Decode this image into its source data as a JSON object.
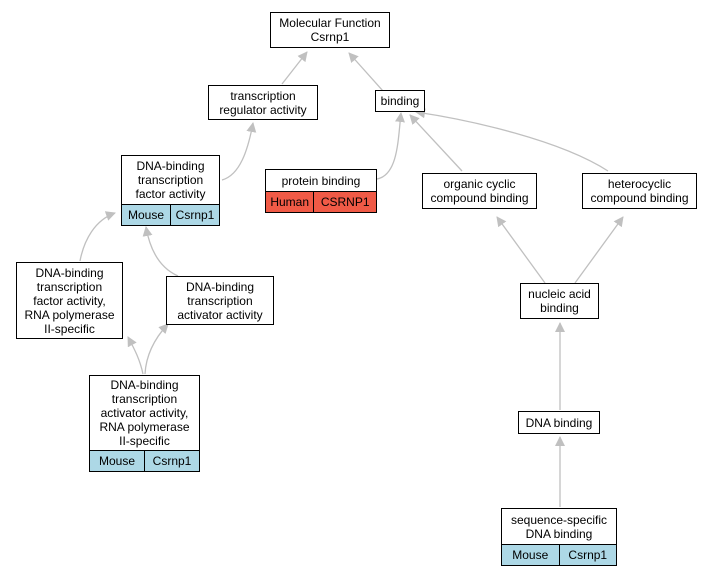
{
  "nodes": {
    "molecular_function": {
      "label": "Molecular Function\nCsrnp1"
    },
    "transcription_regulator": {
      "label": "transcription\nregulator activity"
    },
    "binding": {
      "label": "binding"
    },
    "dna_binding_tf": {
      "label": "DNA-binding\ntranscription\nfactor activity",
      "species": "Mouse",
      "gene": "Csrnp1"
    },
    "protein_binding": {
      "label": "protein binding",
      "species": "Human",
      "gene": "CSRNP1"
    },
    "organic_cyclic": {
      "label": "organic cyclic\ncompound binding"
    },
    "heterocyclic": {
      "label": "heterocyclic\ncompound binding"
    },
    "dna_binding_tf_pol2": {
      "label": "DNA-binding\ntranscription\nfactor activity,\nRNA polymerase\nII-specific"
    },
    "dna_binding_activator": {
      "label": "DNA-binding\ntranscription\nactivator activity"
    },
    "nucleic_acid": {
      "label": "nucleic acid\nbinding"
    },
    "dna_binding_activator_pol2": {
      "label": "DNA-binding\ntranscription\nactivator activity,\nRNA polymerase\nII-specific",
      "species": "Mouse",
      "gene": "Csrnp1"
    },
    "dna_binding": {
      "label": "DNA binding"
    },
    "sequence_specific": {
      "label": "sequence-specific\nDNA binding",
      "species": "Mouse",
      "gene": "Csrnp1"
    }
  },
  "colors": {
    "mouse": "#add8e6",
    "human": "#f05a46",
    "edge": "#c0c0c0"
  }
}
